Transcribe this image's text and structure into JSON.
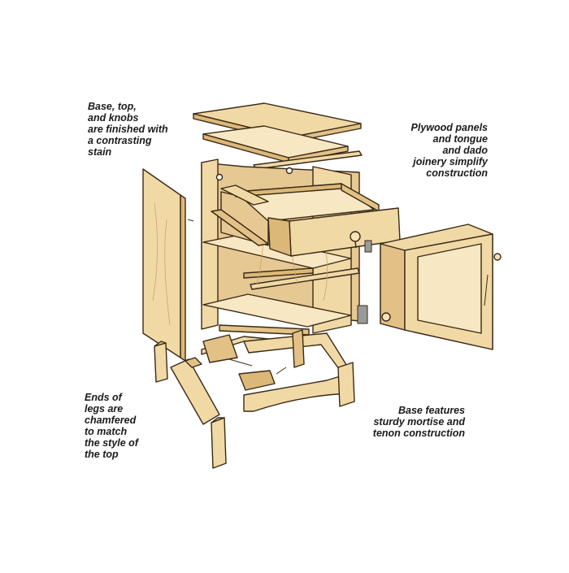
{
  "callouts": {
    "finish": "Base, top,\nand knobs\nare finished with\na contrasting\nstain",
    "plywood": "Plywood panels\nand tongue\nand dado\njoinery simplify\nconstruction",
    "legs": "Ends of\nlegs are\nchamfered\nto match\nthe style of\nthe top",
    "base": "Base features\nsturdy mortise and\ntenon construction"
  },
  "colors": {
    "wood": "#f1d9a6",
    "wood_light": "#f7e7c2",
    "wood_dark": "#dcb878",
    "end_grain": "#e3c186",
    "interior": "#e6c893",
    "outline": "#3a2a16",
    "hardware": "#9a9a9a",
    "knob": "#f6e3b8"
  }
}
